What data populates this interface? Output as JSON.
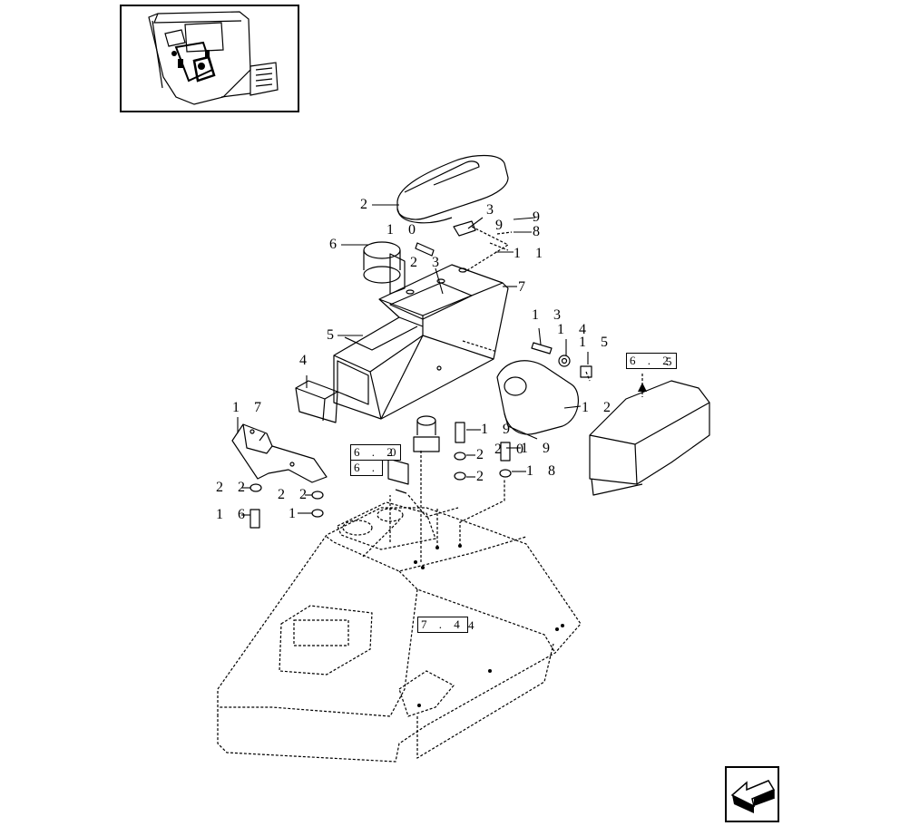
{
  "inset": {
    "icon": "cab-overview-thumbnail-icon"
  },
  "callouts": [
    {
      "id": "c2",
      "text": "2"
    },
    {
      "id": "c3",
      "text": "3"
    },
    {
      "id": "c9a",
      "text": "9"
    },
    {
      "id": "c8",
      "text": "8"
    },
    {
      "id": "c10",
      "text": "1 0"
    },
    {
      "id": "c9b",
      "text": "9"
    },
    {
      "id": "c11",
      "text": "1 1"
    },
    {
      "id": "c6",
      "text": "6"
    },
    {
      "id": "c23",
      "text": "2 3"
    },
    {
      "id": "c7",
      "text": "7"
    },
    {
      "id": "c5",
      "text": "5"
    },
    {
      "id": "c13",
      "text": "1 3"
    },
    {
      "id": "c14",
      "text": "1 4"
    },
    {
      "id": "c15",
      "text": "1 5"
    },
    {
      "id": "c4",
      "text": "4"
    },
    {
      "id": "c12",
      "text": "1 2"
    },
    {
      "id": "c17",
      "text": "1 7"
    },
    {
      "id": "c19a",
      "text": "1 9"
    },
    {
      "id": "c20",
      "text": "2 0"
    },
    {
      "id": "c19b",
      "text": "1 9"
    },
    {
      "id": "c2b",
      "text": "2"
    },
    {
      "id": "c2c",
      "text": "2"
    },
    {
      "id": "c18",
      "text": "1 8"
    },
    {
      "id": "c22a",
      "text": "2 2"
    },
    {
      "id": "c22b",
      "text": "2 2"
    },
    {
      "id": "c16",
      "text": "1 6"
    },
    {
      "id": "c1",
      "text": "1"
    }
  ],
  "references": {
    "ref_625": {
      "box": "6 . 2",
      "suffix": "5"
    },
    "ref_62a": {
      "box": "6 . 2",
      "suffix": "0"
    },
    "ref_62b": {
      "box": "6 .",
      "suffix": ""
    },
    "ref_744": {
      "box": "7 . 4",
      "suffix": "4"
    }
  },
  "nav": {
    "icon": "previous-page-arrow-icon"
  },
  "colors": {
    "line": "#000000",
    "background": "#ffffff"
  }
}
